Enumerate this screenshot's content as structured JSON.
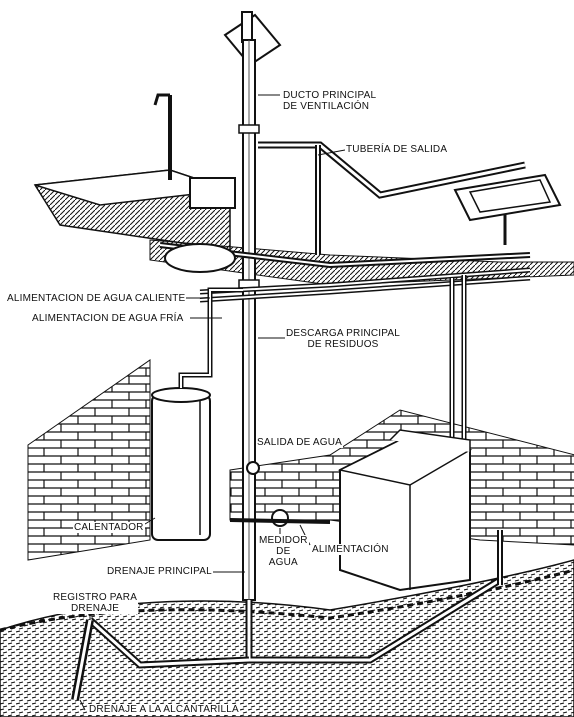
{
  "diagram": {
    "labels": {
      "vent_main": "DUCTO PRINCIPAL\nDE VENTILACIÓN",
      "outlet_pipe": "TUBERÍA DE SALIDA",
      "hot_water_supply": "ALIMENTACION DE AGUA CALIENTE",
      "cold_water_supply": "ALIMENTACION DE AGUA FRÍA",
      "main_waste_discharge": "DESCARGA PRINCIPAL\nDE RESIDUOS",
      "water_outlet": "SALIDA DE AGUA",
      "heater": "CALENTADOR",
      "water_meter": "MEDIDOR\nDE\nAGUA",
      "supply": "ALIMENTACIÓN",
      "main_drain": "DRENAJE PRINCIPAL",
      "drain_register": "REGISTRO PARA\nDRENAJE",
      "sewer_drain": "DRENAJE A LA ALCANTARILLA"
    },
    "colors": {
      "ink": "#111111",
      "paper": "#ffffff",
      "shade": "#555555"
    }
  }
}
